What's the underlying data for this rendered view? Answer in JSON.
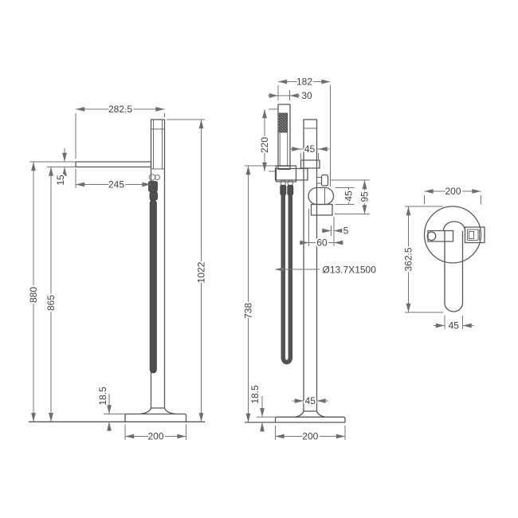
{
  "colors": {
    "object_line": "#575757",
    "dimension_line": "#767676",
    "text": "#3f3f3f",
    "background": "#ffffff"
  },
  "views": {
    "side": {
      "dims": {
        "spout_reach": "282.5",
        "spout_projection": "245",
        "spout_thickness": "15",
        "spout_top_height": "880",
        "spout_bottom_height": "865",
        "overall_height": "1022",
        "base_thickness": "18.5",
        "base_diameter": "200"
      }
    },
    "front": {
      "dims": {
        "overall_width": "182",
        "handset_diameter": "30",
        "handset_length": "220",
        "spout_body_width": "45",
        "handle_thickness": "45",
        "valve_height": "95",
        "handle_offset": "5",
        "handle_reach": "60",
        "hose_spec": "Ø13.7X1500",
        "riser_height": "738",
        "base_thickness": "18.5",
        "riser_width": "45",
        "base_diameter": "200"
      }
    },
    "top": {
      "dims": {
        "base_diameter": "200",
        "spout_length": "362.5",
        "spout_width": "45"
      }
    }
  }
}
